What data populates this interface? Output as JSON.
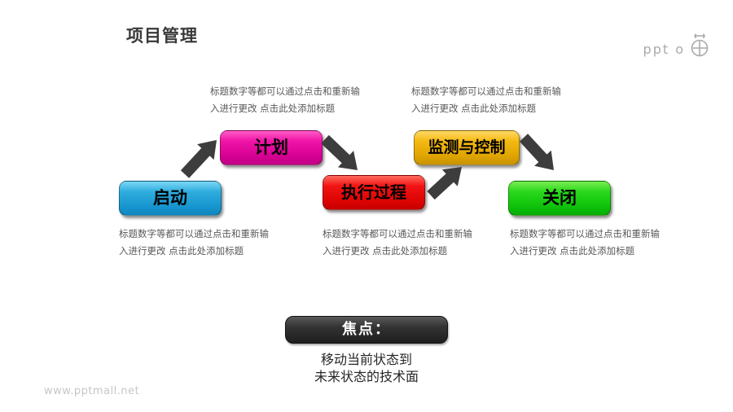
{
  "title": "项目管理",
  "logo": {
    "text": "ppt o",
    "icon": "stopwatch-icon"
  },
  "annotations": {
    "line1": "标题数字等都可以通过点击和重新输",
    "line2": "入进行更改 点击此处添加标题"
  },
  "steps": [
    {
      "label": "启动",
      "color": "#1f9ed8"
    },
    {
      "label": "计划",
      "color": "#e6009e"
    },
    {
      "label": "执行过程",
      "color": "#e80b0b"
    },
    {
      "label": "监测与控制",
      "color": "#eeae00"
    },
    {
      "label": "关闭",
      "color": "#17c409"
    }
  ],
  "arrow_color": "#3d3d3d",
  "focus": {
    "label": "焦点：",
    "desc_line1": "移动当前状态到",
    "desc_line2": "未来状态的技术面"
  },
  "watermark": "www.pptmall.net"
}
